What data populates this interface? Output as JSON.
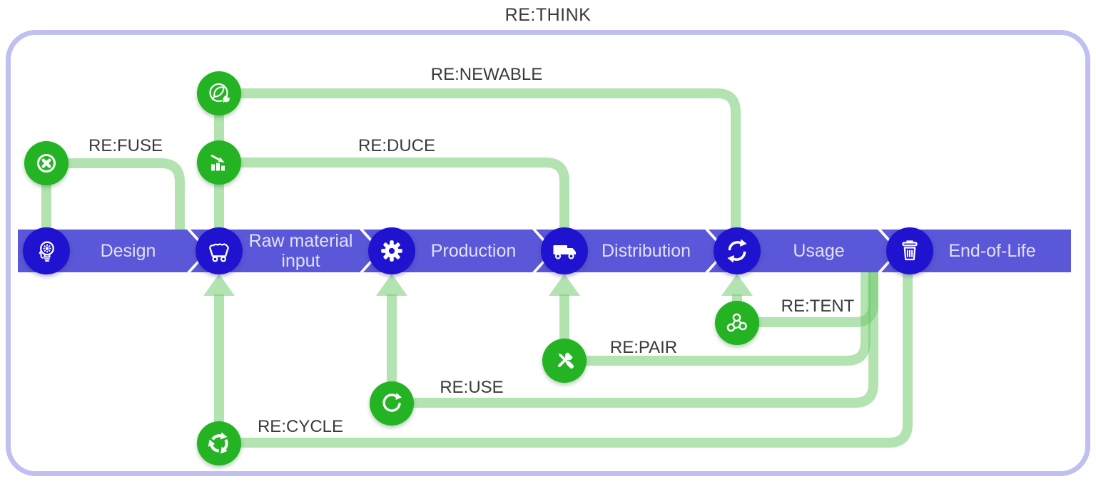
{
  "title": "RE:THINK",
  "stages": [
    {
      "label": "Design",
      "icon": "head-idea-bulb"
    },
    {
      "label": "Raw material input",
      "icon": "mine-cart"
    },
    {
      "label": "Production",
      "icon": "gear"
    },
    {
      "label": "Distribution",
      "icon": "delivery-truck"
    },
    {
      "label": "Usage",
      "icon": "refresh-cycle"
    },
    {
      "label": "End-of-Life",
      "icon": "trash-can"
    }
  ],
  "strategies": [
    {
      "label": "RE:FUSE",
      "icon": "circle-x",
      "from": "Design",
      "to": "Raw material input"
    },
    {
      "label": "RE:NEWABLE",
      "icon": "leaf-energy",
      "from": "Raw material input",
      "to": "Usage"
    },
    {
      "label": "RE:DUCE",
      "icon": "declining-bars",
      "from": "Raw material input",
      "to": "Distribution"
    },
    {
      "label": "RE:TENT",
      "icon": "shared-circles",
      "from": "End-of-Life",
      "to": "Usage"
    },
    {
      "label": "RE:PAIR",
      "icon": "crossed-tools",
      "from": "End-of-Life",
      "to": "Distribution"
    },
    {
      "label": "RE:USE",
      "icon": "circular-arrow",
      "from": "End-of-Life",
      "to": "Production"
    },
    {
      "label": "RE:CYCLE",
      "icon": "recycle-arrows",
      "from": "End-of-Life",
      "to": "Raw material input"
    }
  ],
  "colors": {
    "bar_blue": "#5a57d8",
    "icon_circle_blue": "#2013d0",
    "strategy_green": "#23b323",
    "connector_green": "#bfe6ba",
    "frame_lavender": "#bfbff2",
    "label_gray": "#3a3a3a",
    "stage_text": "#e0e0fa"
  }
}
